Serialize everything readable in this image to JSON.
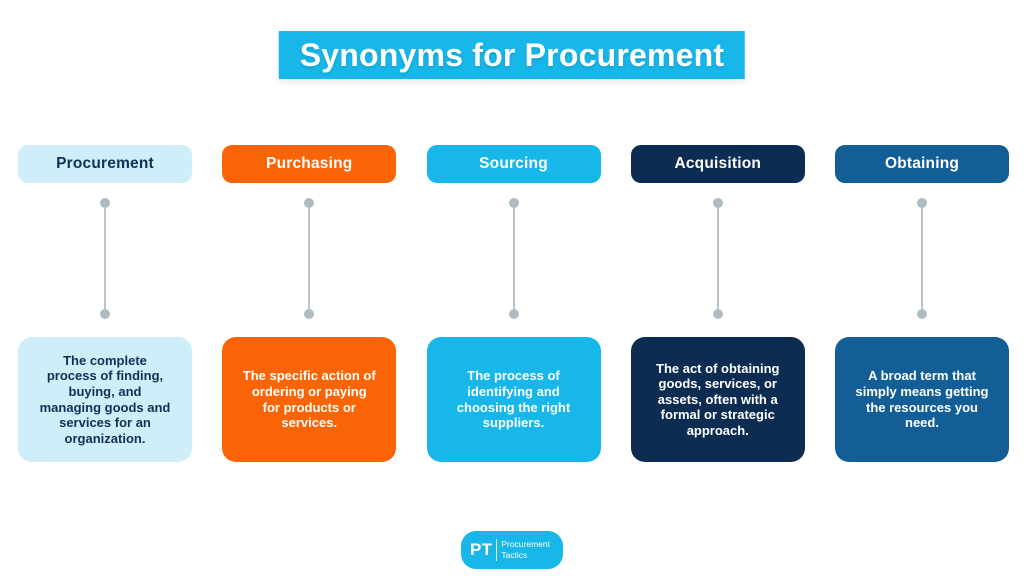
{
  "title": "Synonyms for Procurement",
  "colors": {
    "cyan": "#18b7ea",
    "orange": "#f96506",
    "navy": "#0d2c52",
    "medium_blue": "#135e96",
    "light_blue": "#cfeefa",
    "dark_text": "#0e3157",
    "connector_gray": "#aebbc3",
    "background": "#ffffff"
  },
  "columns": [
    {
      "label": "Procurement",
      "description": "The complete\nprocess of finding,\nbuying, and\nmanaging goods and\nservices for an\norganization.",
      "bg": "#cfeefa",
      "text": "#0e3157"
    },
    {
      "label": "Purchasing",
      "description": "The specific action of\nordering or paying\nfor products or\nservices.",
      "bg": "#f96506",
      "text": "#ffffff"
    },
    {
      "label": "Sourcing",
      "description": "The process of\nidentifying and\nchoosing the right\nsuppliers.",
      "bg": "#18b7ea",
      "text": "#ffffff"
    },
    {
      "label": "Acquisition",
      "description": "The act of obtaining\ngoods, services, or\nassets, often with a\nformal or strategic\napproach.",
      "bg": "#0d2c52",
      "text": "#ffffff"
    },
    {
      "label": "Obtaining",
      "description": "A broad term that\nsimply means getting\nthe resources you\nneed.",
      "bg": "#135e96",
      "text": "#ffffff"
    }
  ],
  "logo": {
    "abbr": "PT",
    "name_top": "Procurement",
    "name_bottom": "Tactics"
  }
}
